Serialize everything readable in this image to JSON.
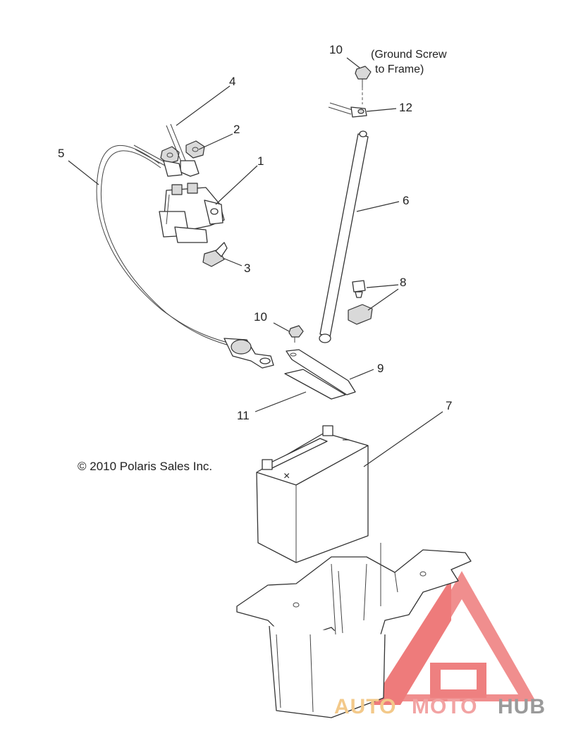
{
  "callouts": {
    "c1": "1",
    "c2": "2",
    "c3": "3",
    "c4": "4",
    "c5": "5",
    "c6": "6",
    "c7": "7",
    "c8": "8",
    "c9": "9",
    "c10a": "10",
    "c10b": "10",
    "c11": "11",
    "c12": "12"
  },
  "notes": {
    "ground_line1": "(Ground Screw",
    "ground_line2": "to Frame)"
  },
  "copyright": "© 2010 Polaris Sales Inc.",
  "battery_marks": {
    "negative": "–",
    "positive": "×"
  },
  "watermark": {
    "part1": "AUTO",
    "part2": "MOTO",
    "part3": "HUB",
    "colors": {
      "auto": "#f3c98a",
      "moto": "#f2a3a3",
      "hub": "#9a9a9a",
      "logo": "#ee6f6f"
    }
  }
}
